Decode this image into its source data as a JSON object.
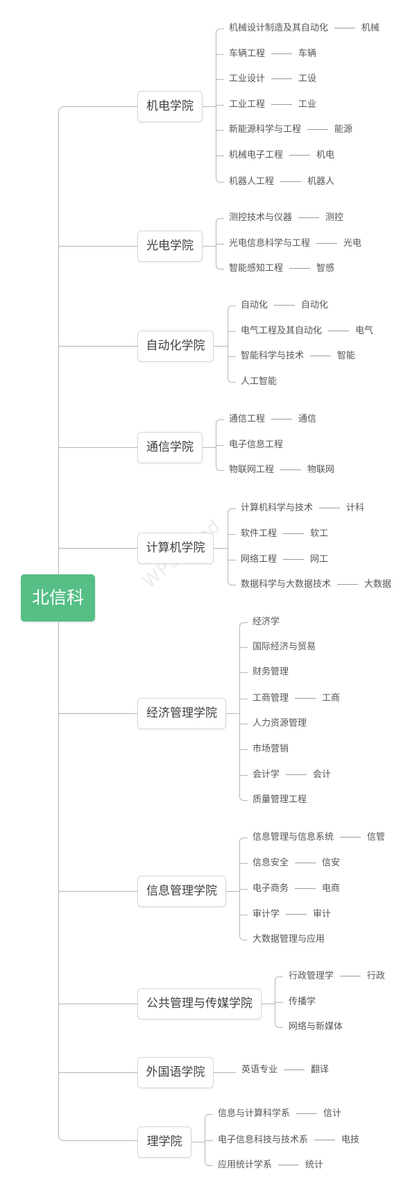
{
  "root": {
    "label": "北信科",
    "color": "#56bf86"
  },
  "watermark": "WPS Mind",
  "colleges": [
    {
      "label": "机电学院",
      "majors": [
        {
          "name": "机械设计制造及其自动化",
          "abbr": "机械"
        },
        {
          "name": "车辆工程",
          "abbr": "车辆"
        },
        {
          "name": "工业设计",
          "abbr": "工设"
        },
        {
          "name": "工业工程",
          "abbr": "工业"
        },
        {
          "name": "新能源科学与工程",
          "abbr": "能源"
        },
        {
          "name": "机械电子工程",
          "abbr": "机电"
        },
        {
          "name": "机器人工程",
          "abbr": "机器人"
        }
      ]
    },
    {
      "label": "光电学院",
      "majors": [
        {
          "name": "测控技术与仪器",
          "abbr": "测控"
        },
        {
          "name": "光电信息科学与工程",
          "abbr": "光电"
        },
        {
          "name": "智能感知工程",
          "abbr": "智感"
        }
      ]
    },
    {
      "label": "自动化学院",
      "majors": [
        {
          "name": "自动化",
          "abbr": "自动化"
        },
        {
          "name": "电气工程及其自动化",
          "abbr": "电气"
        },
        {
          "name": "智能科学与技术",
          "abbr": "智能"
        },
        {
          "name": "人工智能"
        }
      ]
    },
    {
      "label": "通信学院",
      "majors": [
        {
          "name": "通信工程",
          "abbr": "通信"
        },
        {
          "name": "电子信息工程"
        },
        {
          "name": "物联网工程",
          "abbr": "物联网"
        }
      ]
    },
    {
      "label": "计算机学院",
      "majors": [
        {
          "name": "计算机科学与技术",
          "abbr": "计科"
        },
        {
          "name": "软件工程",
          "abbr": "软工"
        },
        {
          "name": "网络工程",
          "abbr": "网工"
        },
        {
          "name": "数据科学与大数据技术",
          "abbr": "大数据"
        }
      ]
    },
    {
      "label": "经济管理学院",
      "majors": [
        {
          "name": "经济学"
        },
        {
          "name": "国际经济与贸易"
        },
        {
          "name": "财务管理"
        },
        {
          "name": "工商管理",
          "abbr": "工商"
        },
        {
          "name": "人力资源管理"
        },
        {
          "name": "市场营销"
        },
        {
          "name": "会计学",
          "abbr": "会计"
        },
        {
          "name": "质量管理工程"
        }
      ]
    },
    {
      "label": "信息管理学院",
      "majors": [
        {
          "name": "信息管理与信息系统",
          "abbr": "信管"
        },
        {
          "name": "信息安全",
          "abbr": "信安"
        },
        {
          "name": "电子商务",
          "abbr": "电商"
        },
        {
          "name": "审计学",
          "abbr": "审计"
        },
        {
          "name": "大数据管理与应用"
        }
      ]
    },
    {
      "label": "公共管理与传媒学院",
      "majors": [
        {
          "name": "行政管理学",
          "abbr": "行政"
        },
        {
          "name": "传播学"
        },
        {
          "name": "网络与新媒体"
        }
      ]
    },
    {
      "label": "外国语学院",
      "majors": [
        {
          "name": "英语专业",
          "abbr": "翻译"
        }
      ]
    },
    {
      "label": "理学院",
      "majors": [
        {
          "name": "信息与计算科学系",
          "abbr": "信计"
        },
        {
          "name": "电子信息科技与技术系",
          "abbr": "电技"
        },
        {
          "name": "应用统计学系",
          "abbr": "统计"
        }
      ]
    }
  ]
}
